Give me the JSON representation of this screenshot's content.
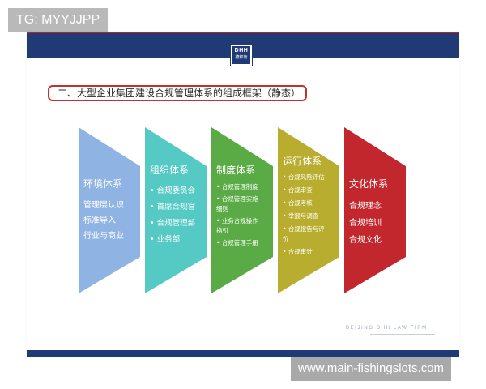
{
  "watermark_top": "TG: MYYJJPP",
  "watermark_bottom": "www.main-fishingslots.com",
  "logo": {
    "top": "DHH",
    "bottom": "德和衡"
  },
  "title": "二、大型企业集团建设合规管理体系的组成框架（静态）",
  "footer": "BEIJING DHH LAW FIRM",
  "colors": {
    "band": "#1f3a74",
    "accent_red": "#b3232f",
    "title_border": "#c0322c"
  },
  "columns": [
    {
      "title": "环境体系",
      "color": "#8fb3e2",
      "bullet": "",
      "items": [
        "管理层认识",
        "标准导入",
        "行业与商业"
      ]
    },
    {
      "title": "组织体系",
      "color": "#55c9c4",
      "bullet": "• ",
      "items": [
        "合规委员会",
        "首席合规官",
        "合规管理部",
        "业务部"
      ]
    },
    {
      "title": "制度体系",
      "color": "#5aab45",
      "bullet": "• ",
      "items": [
        "合规管理制度",
        "合规管理实施细则",
        "业务合规操作指引",
        "合规管理手册"
      ]
    },
    {
      "title": "运行体系",
      "color": "#b8ad2e",
      "bullet": "• ",
      "items": [
        "合规风险评估",
        "合规审查",
        "合规考核",
        "举报与调查",
        "合规报告与评价",
        "合规审计"
      ]
    },
    {
      "title": "文化体系",
      "color": "#c2272d",
      "bullet": "",
      "items": [
        "合规理念",
        "合规培训",
        "合规文化"
      ]
    }
  ]
}
